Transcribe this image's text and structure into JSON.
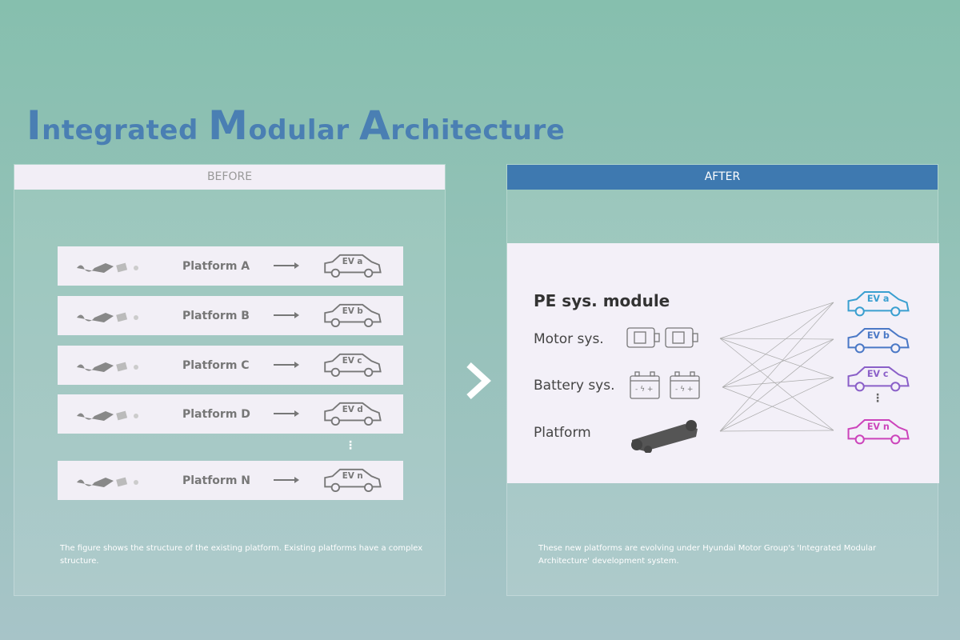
{
  "title": {
    "w1_first": "I",
    "w1_rest": "ntegrated ",
    "w2_first": "M",
    "w2_rest": "odular ",
    "w3_first": "A",
    "w3_rest": "rchitecture"
  },
  "before": {
    "header": "BEFORE",
    "rows": [
      {
        "platform": "Platform A",
        "ev": "EV a"
      },
      {
        "platform": "Platform B",
        "ev": "EV b"
      },
      {
        "platform": "Platform C",
        "ev": "EV c"
      },
      {
        "platform": "Platform D",
        "ev": "EV d"
      },
      {
        "platform": "Platform N",
        "ev": "EV n"
      }
    ],
    "ellipsis": "⋮",
    "caption": "The figure shows the structure of the existing platform. Existing platforms have a complex structure."
  },
  "after": {
    "header": "AFTER",
    "module_title": "PE sys. module",
    "systems": [
      {
        "label": "Motor sys.",
        "icon": "motor-icon"
      },
      {
        "label": "Battery sys.",
        "icon": "battery-icon"
      },
      {
        "label": "Platform",
        "icon": "chassis-icon"
      }
    ],
    "evs": [
      {
        "label": "EV a",
        "color": "#3a9fd0"
      },
      {
        "label": "EV b",
        "color": "#4a78c6"
      },
      {
        "label": "EV c",
        "color": "#8a5fc8"
      },
      {
        "label": "EV n",
        "color": "#cc44bb"
      }
    ],
    "ellipsis": "⋮",
    "caption": "These new platforms are evolving under Hyundai Motor Group's 'Integrated Modular Architecture' development system."
  },
  "colors": {
    "title": "#4a7fb3",
    "after_header": "#3e79b0"
  }
}
